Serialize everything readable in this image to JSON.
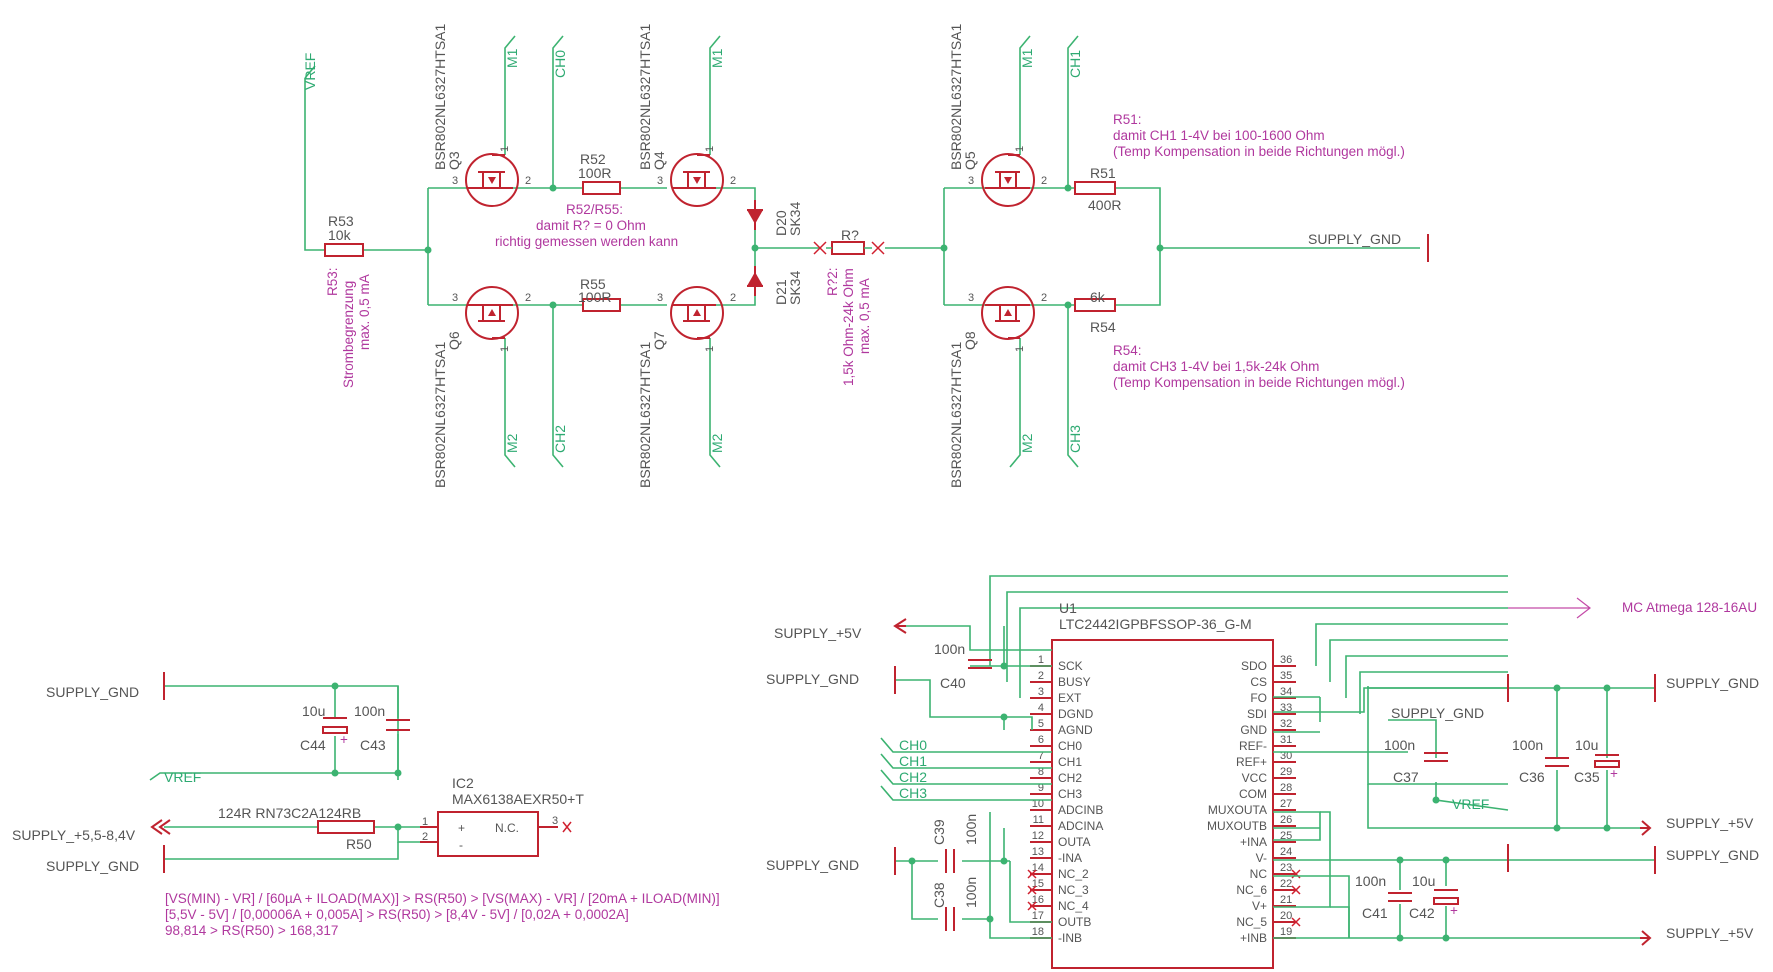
{
  "top": {
    "vref": "VREF",
    "m1": "M1",
    "m2": "M2",
    "ch0": "CH0",
    "ch1": "CH1",
    "ch2": "CH2",
    "ch3": "CH3",
    "fet_part": "BSR802NL6327HTSA1",
    "q3": "Q3",
    "q4": "Q4",
    "q5": "Q5",
    "q6": "Q6",
    "q7": "Q7",
    "q8": "Q8",
    "pin1": "1",
    "pin2": "2",
    "pin3": "3",
    "r52_name": "R52",
    "r52_val": "100R",
    "r55_name": "R55",
    "r55_val": "100R",
    "r53_name": "R53",
    "r53_val": "10k",
    "r51_name": "R51",
    "r51_val": "400R",
    "r54_name": "6k",
    "r54_val": "R54",
    "rq_name": "R?",
    "d20_name": "D20",
    "d20_val": "SK34",
    "d21_name": "D21",
    "d21_val": "SK34",
    "supply_gnd": "SUPPLY_GND",
    "note_r52_r55": [
      "R52/R55:",
      "damit R? = 0 Ohm",
      "richtig gemessen werden kann"
    ],
    "note_r53": [
      "R53:",
      "Strombegrenzung",
      "max. 0,5 mA"
    ],
    "note_rq": [
      "R?2:",
      "1,5k Ohm-24k Ohm",
      "max. 0,5 mA"
    ],
    "note_r51": [
      "R51:",
      "damit CH1 1-4V bei 100-1600 Ohm",
      "(Temp Kompensation in beide Richtungen mögl.)"
    ],
    "note_r54": [
      "R54:",
      "damit CH3 1-4V bei 1,5k-24k Ohm",
      "(Temp Kompensation in beide Richtungen mögl.)"
    ]
  },
  "ref": {
    "supply_gnd": "SUPPLY_GND",
    "supply_in": "SUPPLY_+5,5-8,4V",
    "vref": "VREF",
    "c44_val": "10u",
    "c44_name": "C44",
    "c43_val": "100n",
    "c43_name": "C43",
    "r50_val": "124R RN73C2A124RB",
    "r50_name": "R50",
    "ic2_name": "IC2",
    "ic2_part": "MAX6138AEXR50+T",
    "ic2_plus": "+",
    "ic2_minus": "-",
    "ic2_nc": "N.C.",
    "pin1": "1",
    "pin2": "2",
    "pin3": "3",
    "formula": [
      "[VS(MIN) - VR] / [60µA + ILOAD(MAX)] > RS(R50) > [VS(MAX) - VR] / [20mA + ILOAD(MIN)]",
      "[5,5V - 5V] / [0,00006A + 0,005A] > RS(R50) > [8,4V - 5V] / [0,02A + 0,0002A]",
      "98,814 > RS(R50) > 168,317"
    ]
  },
  "adc": {
    "u1_name": "U1",
    "u1_part": "LTC2442IGPBFSSOP-36_G-M",
    "mc_label": "MC Atmega 128-16AU",
    "supply_5v": "SUPPLY_+5V",
    "supply_gnd": "SUPPLY_GND",
    "vref": "VREF",
    "ch_labels": [
      "CH0",
      "CH1",
      "CH2",
      "CH3"
    ],
    "c40_val": "100n",
    "c40_name": "C40",
    "c39_name": "C39",
    "c39_val": "100n",
    "c38_name": "C38",
    "c38_val": "100n",
    "c37_val": "100n",
    "c37_name": "C37",
    "c36_val": "100n",
    "c36_name": "C36",
    "c35_val": "10u",
    "c35_name": "C35",
    "c41_val": "100n",
    "c41_name": "C41",
    "c42_val": "10u",
    "c42_name": "C42",
    "left_pins": [
      {
        "num": "1",
        "name": "SCK"
      },
      {
        "num": "2",
        "name": "BUSY"
      },
      {
        "num": "3",
        "name": "EXT"
      },
      {
        "num": "4",
        "name": "DGND"
      },
      {
        "num": "5",
        "name": "AGND"
      },
      {
        "num": "6",
        "name": "CH0"
      },
      {
        "num": "7",
        "name": "CH1"
      },
      {
        "num": "8",
        "name": "CH2"
      },
      {
        "num": "9",
        "name": "CH3"
      },
      {
        "num": "10",
        "name": "ADCINB"
      },
      {
        "num": "11",
        "name": "ADCINA"
      },
      {
        "num": "12",
        "name": "OUTA"
      },
      {
        "num": "13",
        "name": "-INA"
      },
      {
        "num": "14",
        "name": "NC_2"
      },
      {
        "num": "15",
        "name": "NC_3"
      },
      {
        "num": "16",
        "name": "NC_4"
      },
      {
        "num": "17",
        "name": "OUTB"
      },
      {
        "num": "18",
        "name": "-INB"
      }
    ],
    "right_pins": [
      {
        "num": "36",
        "name": "SDO"
      },
      {
        "num": "35",
        "name": "CS"
      },
      {
        "num": "34",
        "name": "FO"
      },
      {
        "num": "33",
        "name": "SDI"
      },
      {
        "num": "32",
        "name": "GND"
      },
      {
        "num": "31",
        "name": "REF-"
      },
      {
        "num": "30",
        "name": "REF+"
      },
      {
        "num": "29",
        "name": "VCC"
      },
      {
        "num": "28",
        "name": "COM"
      },
      {
        "num": "27",
        "name": "MUXOUTA"
      },
      {
        "num": "26",
        "name": "MUXOUTB"
      },
      {
        "num": "25",
        "name": "+INA"
      },
      {
        "num": "24",
        "name": "V-"
      },
      {
        "num": "23",
        "name": "NC"
      },
      {
        "num": "22",
        "name": "NC_6"
      },
      {
        "num": "21",
        "name": "V+"
      },
      {
        "num": "20",
        "name": "NC_5"
      },
      {
        "num": "19",
        "name": "+INB"
      }
    ]
  }
}
